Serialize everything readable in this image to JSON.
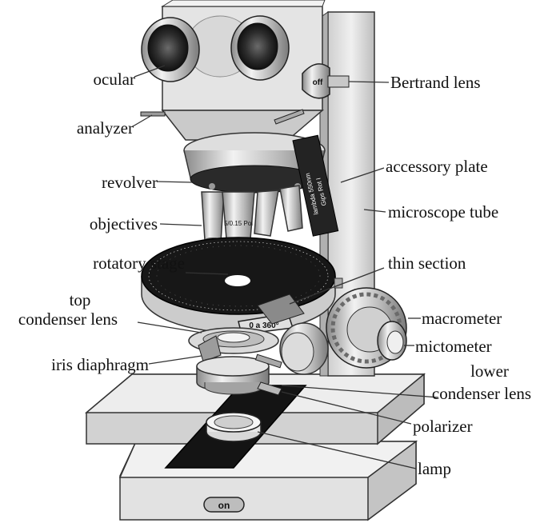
{
  "labels": {
    "ocular": "ocular",
    "analyzer": "analyzer",
    "revolver": "revolver",
    "objectives": "objectives",
    "rotatory_stage": "rotatory stage",
    "top_condenser_1": "top",
    "top_condenser_2": "condenser lens",
    "iris_diaphragm": "iris diaphragm",
    "bertrand_lens": "Bertrand lens",
    "accessory_plate": "accessory plate",
    "microscope_tube": "microscope tube",
    "thin_section": "thin section",
    "macrometer": "macrometer",
    "mictometer": "mictometer",
    "lower_condenser_1": "lower",
    "lower_condenser_2": "condenser lens",
    "polarizer": "polarizer",
    "lamp": "lamp"
  },
  "device_text": {
    "off_switch": "off",
    "on_switch": "on",
    "objective_marking": "5/0.15 Pol",
    "stage_range": "0 a 360°",
    "plate_text_1": "lambda 550nm",
    "plate_text_2": "Gips Rot I"
  }
}
